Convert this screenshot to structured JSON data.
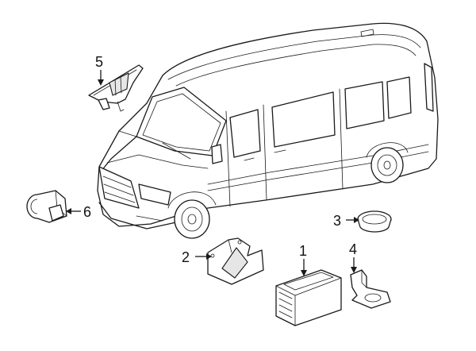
{
  "callouts": [
    {
      "number": "1",
      "part": "control-module"
    },
    {
      "number": "2",
      "part": "mirror-bracket"
    },
    {
      "number": "3",
      "part": "plug-cap"
    },
    {
      "number": "4",
      "part": "sensor-bracket"
    },
    {
      "number": "5",
      "part": "camera-bracket"
    },
    {
      "number": "6",
      "part": "parking-sensor"
    }
  ],
  "colors": {
    "line": "#1a1a1a",
    "background": "#ffffff"
  }
}
